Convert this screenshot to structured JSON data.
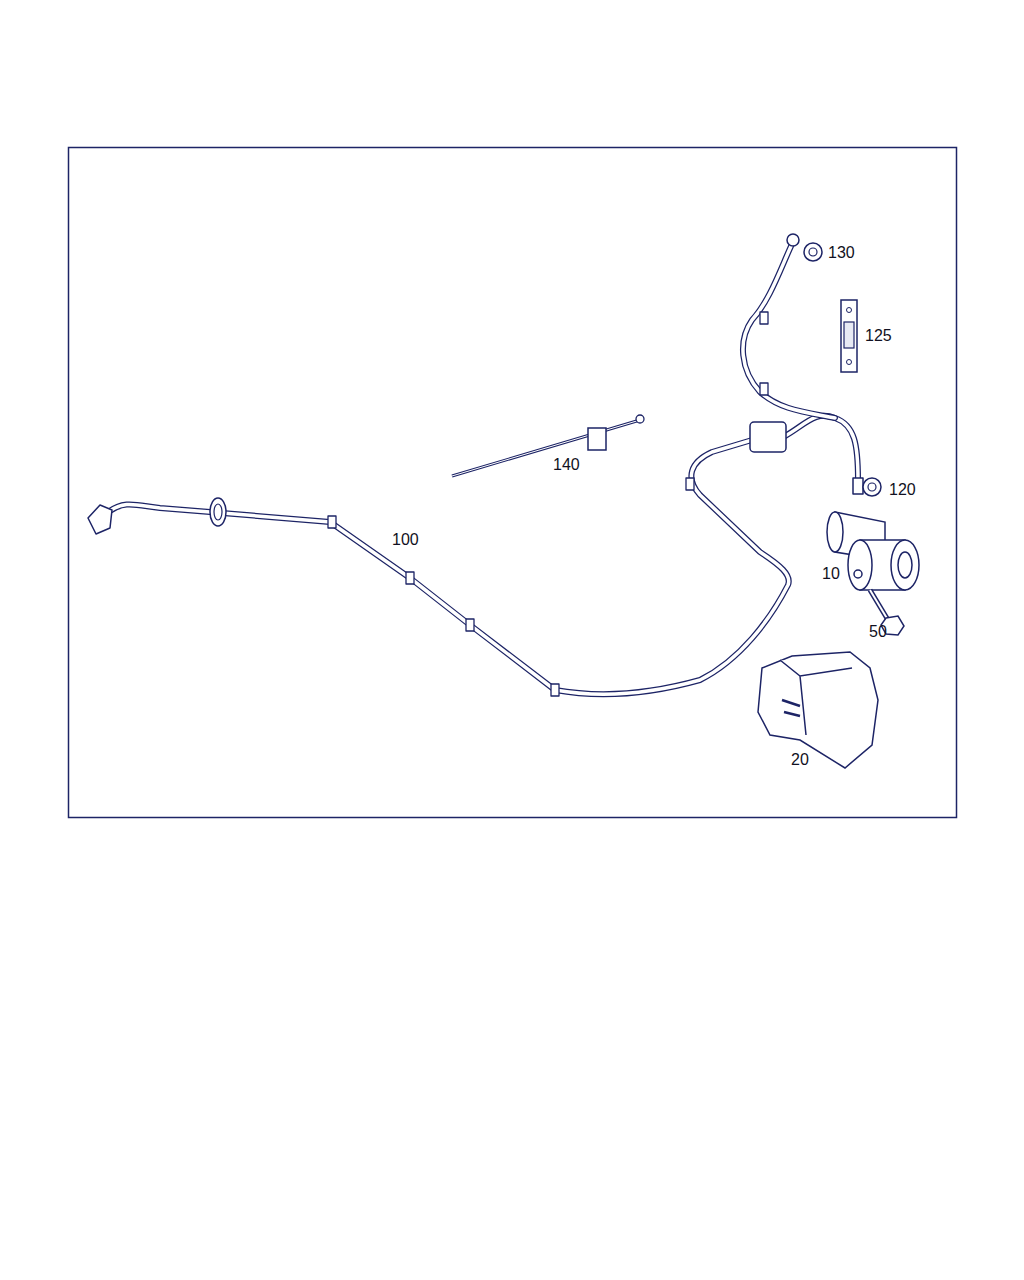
{
  "diagram": {
    "labels": [
      "130",
      "125",
      "140",
      "120",
      "100",
      "10",
      "50",
      "20"
    ]
  }
}
